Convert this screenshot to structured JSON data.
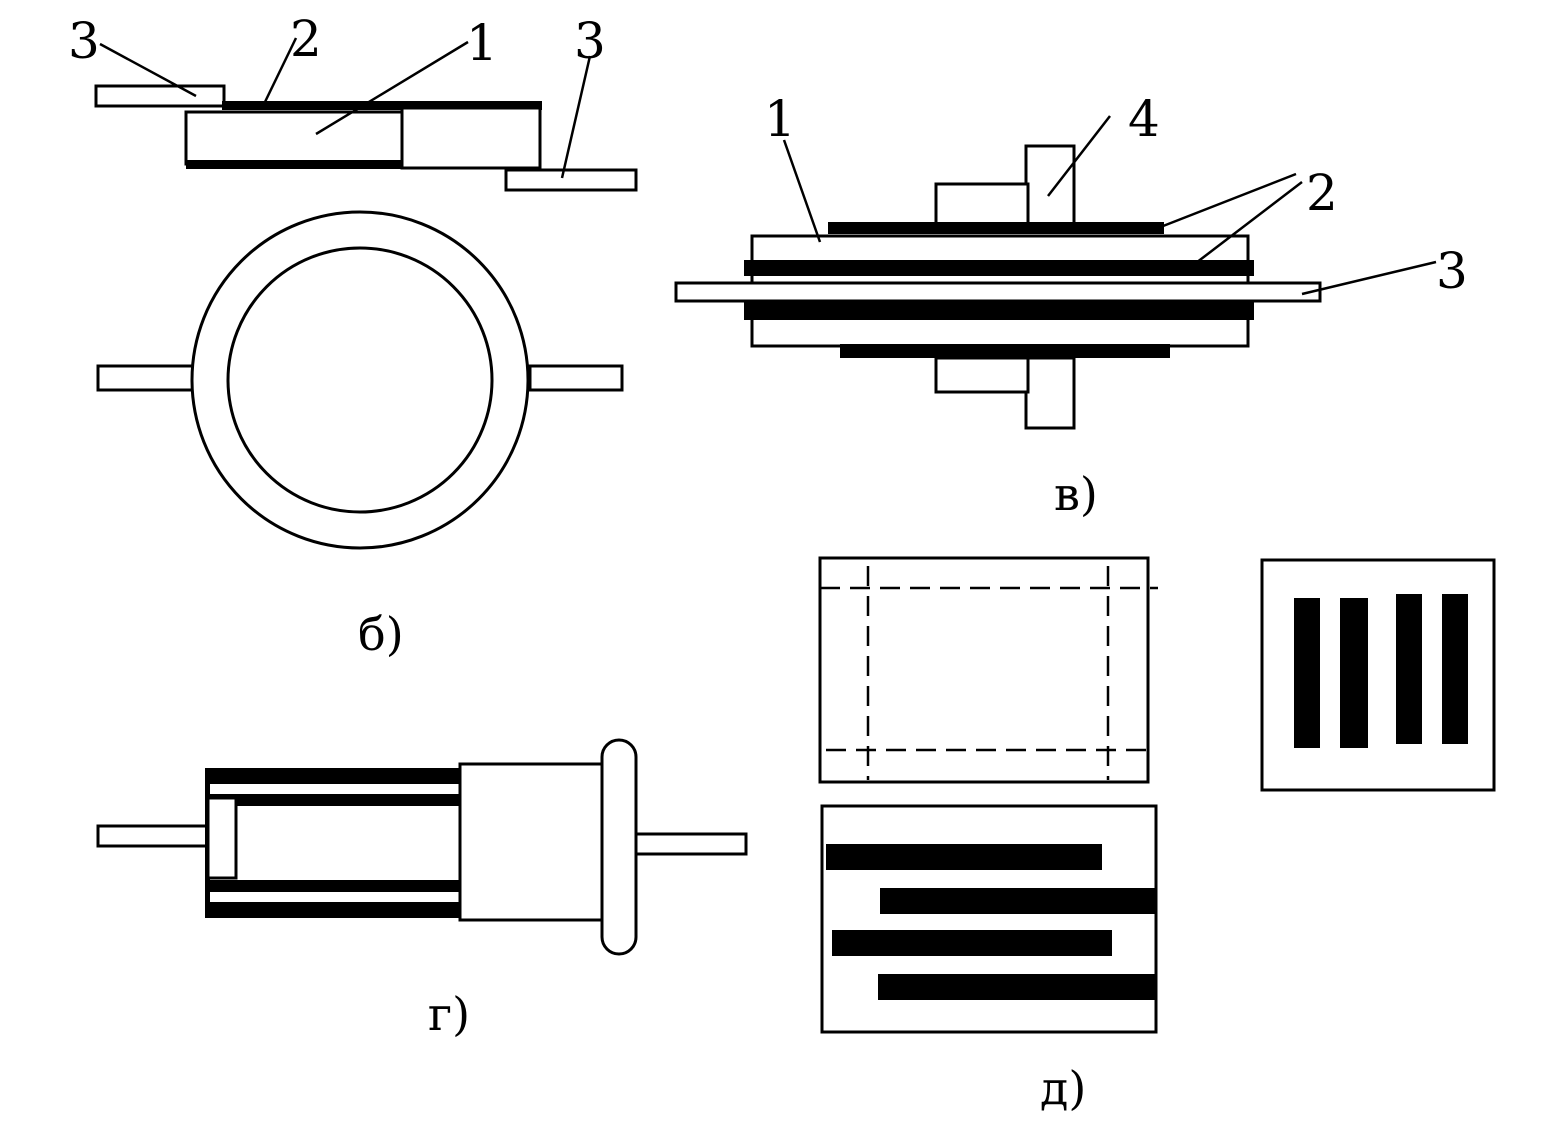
{
  "figures": {
    "b": {
      "caption": "б)",
      "labels": {
        "terminal_left": "3",
        "electrode": "2",
        "body": "1",
        "terminal_right": "3"
      }
    },
    "v": {
      "caption": "в)",
      "labels": {
        "body": "1",
        "clamp": "4",
        "electrodes": "2",
        "terminal": "3"
      }
    },
    "g": {
      "caption": "г)"
    },
    "d": {
      "caption": "д)"
    }
  },
  "colors": {
    "ink": "#000000",
    "paper": "#ffffff"
  }
}
